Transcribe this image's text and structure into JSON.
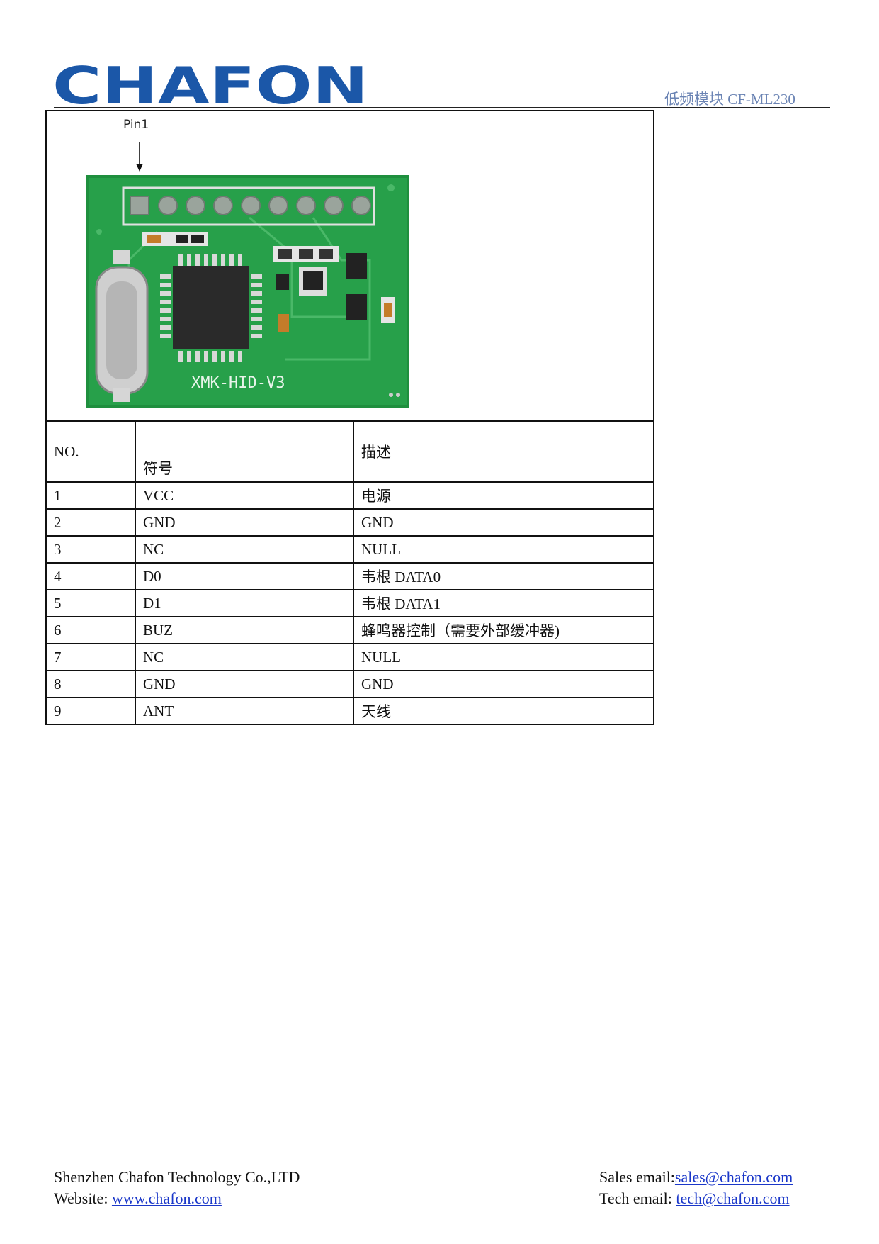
{
  "header": {
    "brand": "CHAFON",
    "model": "低频模块 CF-ML230",
    "brand_color": "#1b57a8"
  },
  "figure": {
    "pin_label": "Pin1",
    "board_silkscreen": "XMK-HID-V3"
  },
  "table": {
    "headers": {
      "no": "NO.",
      "symbol": "符号",
      "description": "描述"
    },
    "rows": [
      {
        "no": "1",
        "symbol": "VCC",
        "description": "电源"
      },
      {
        "no": "2",
        "symbol": "GND",
        "description": "GND"
      },
      {
        "no": "3",
        "symbol": "NC",
        "description": "NULL"
      },
      {
        "no": "4",
        "symbol": "D0",
        "description": "韦根 DATA0"
      },
      {
        "no": "5",
        "symbol": "D1",
        "description": "韦根 DATA1"
      },
      {
        "no": "6",
        "symbol": "BUZ",
        "description": "蜂鸣器控制（需要外部缓冲器)"
      },
      {
        "no": "7",
        "symbol": "NC",
        "description": "NULL"
      },
      {
        "no": "8",
        "symbol": "GND",
        "description": "GND"
      },
      {
        "no": "9",
        "symbol": "ANT",
        "description": "天线"
      }
    ]
  },
  "footer": {
    "company": "Shenzhen Chafon Technology Co.,LTD",
    "website_label": "Website: ",
    "website": "www.chafon.com",
    "sales_label": "Sales email:",
    "sales_email": "sales@chafon.com",
    "tech_label": "Tech email: ",
    "tech_email": "tech@chafon.com"
  }
}
